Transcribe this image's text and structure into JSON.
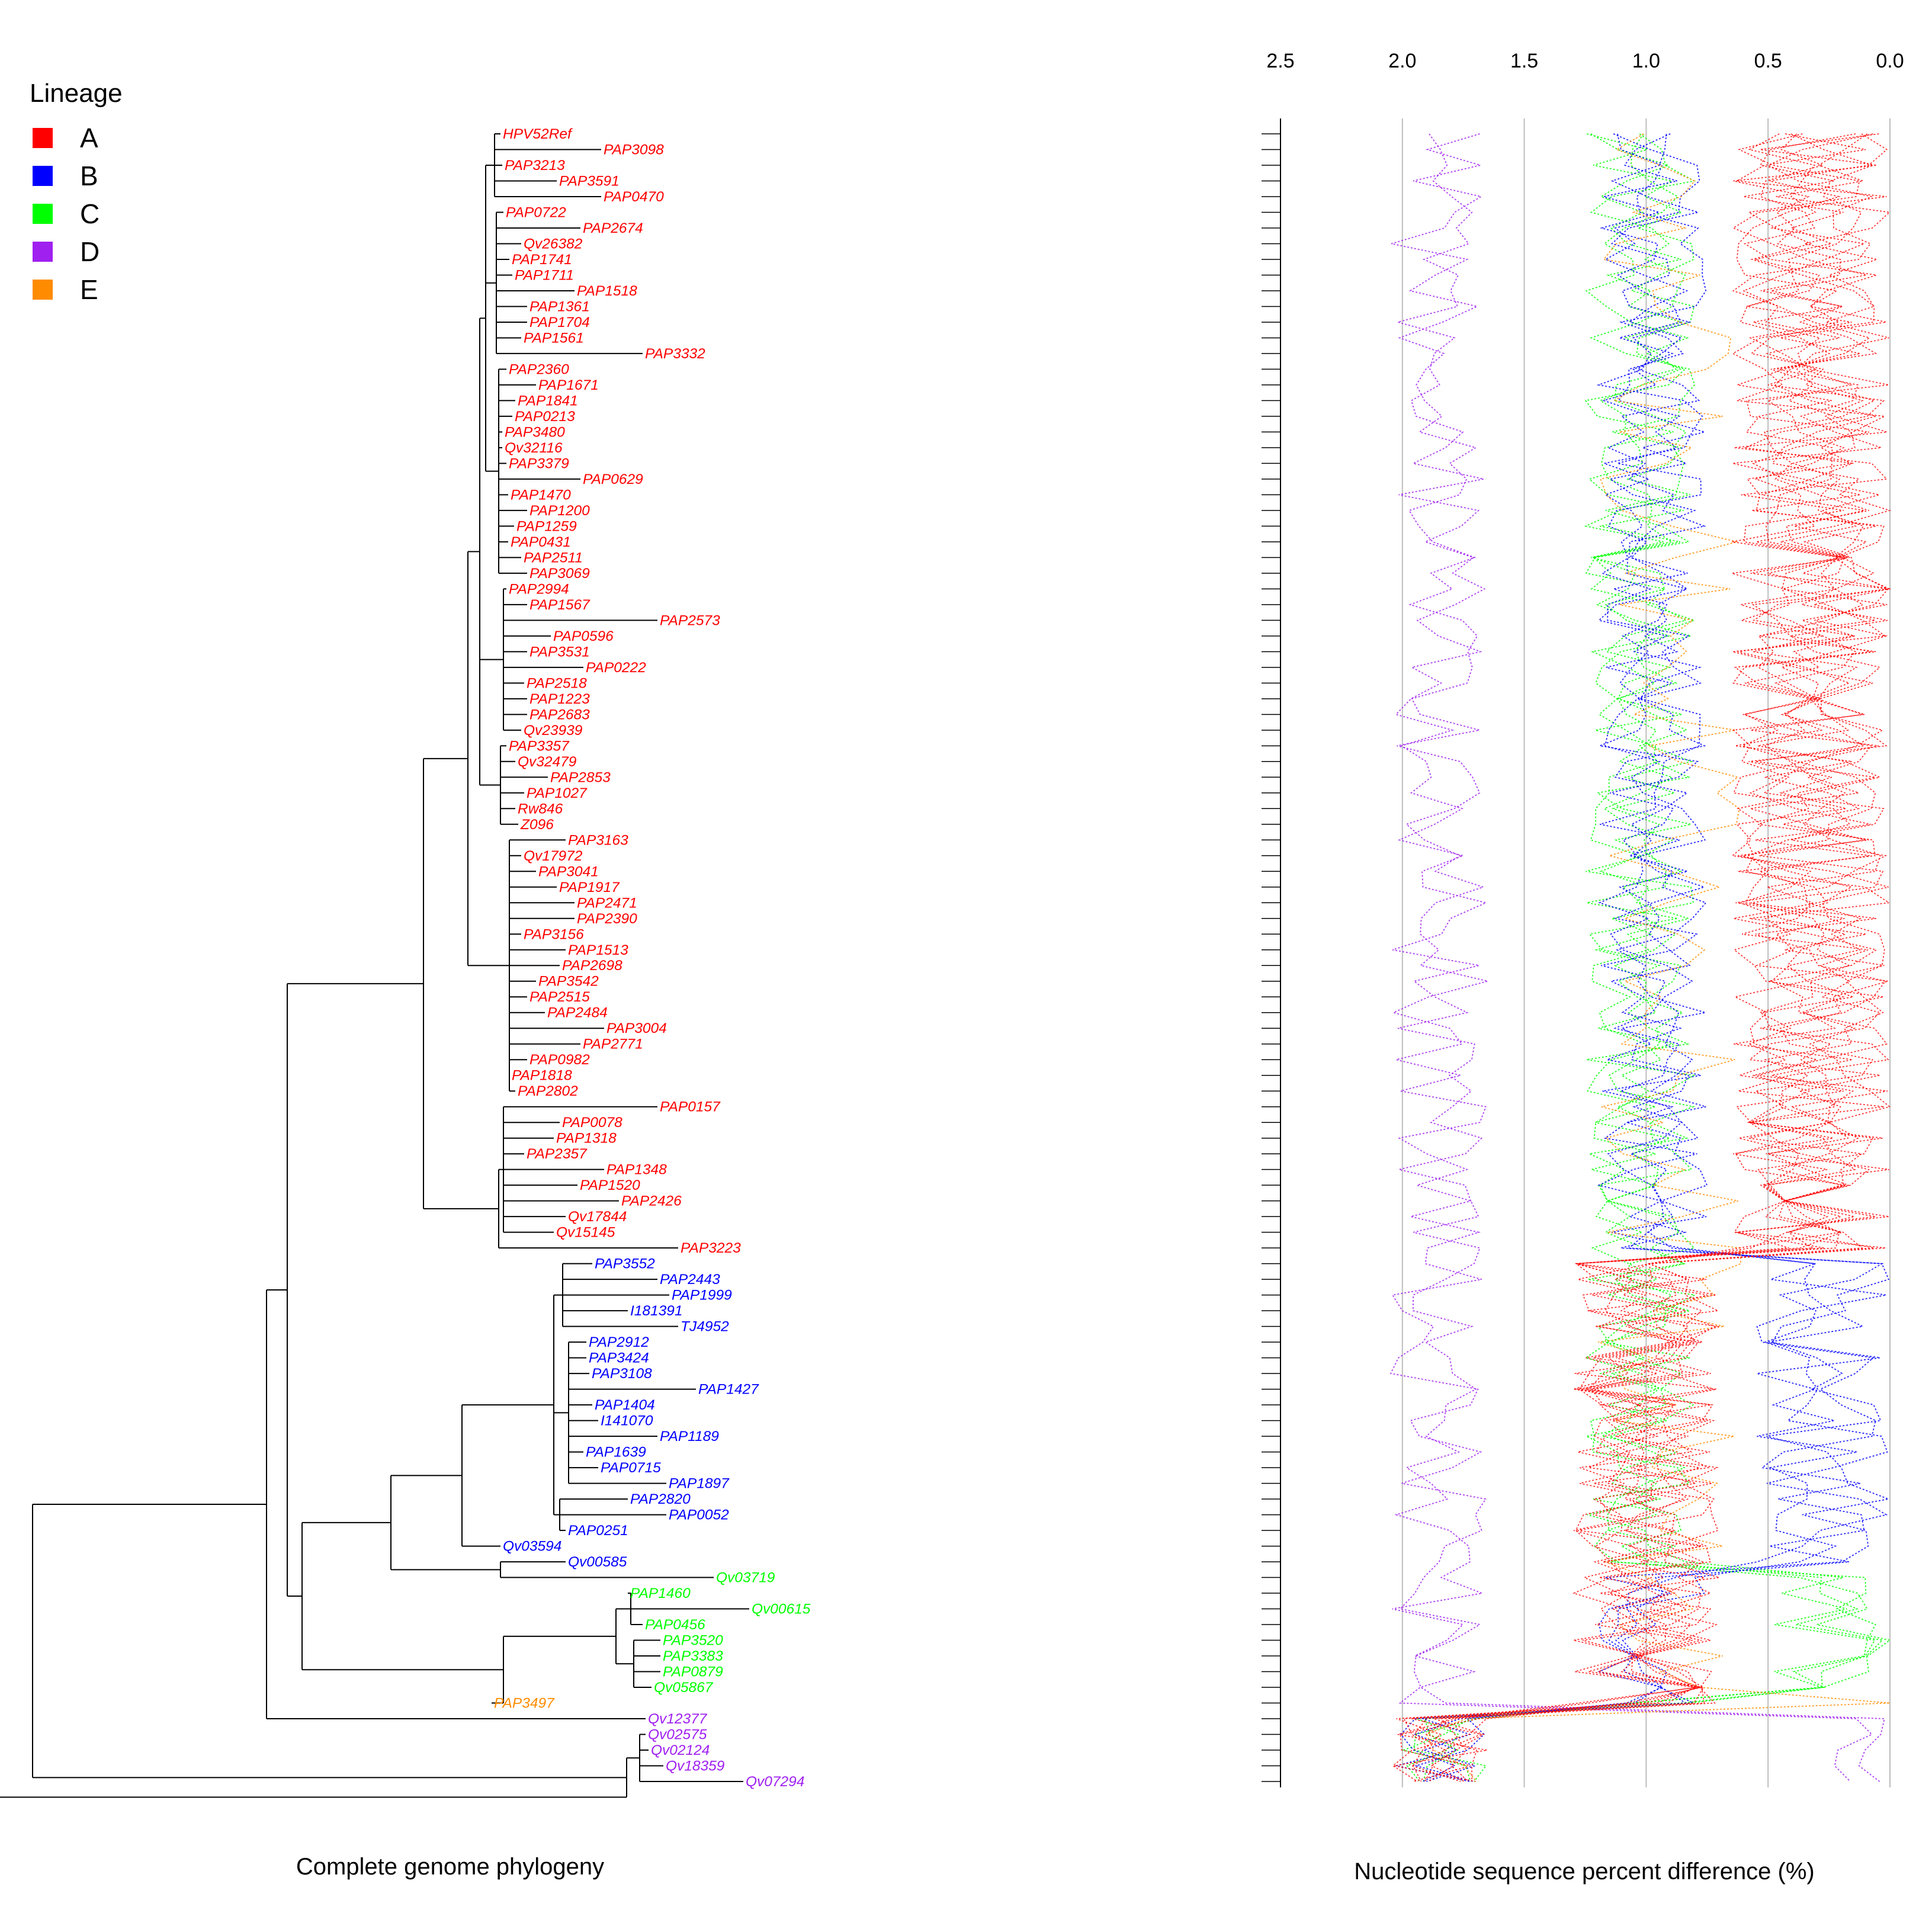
{
  "legend": {
    "title": "Lineage",
    "items": [
      {
        "label": "A",
        "color": "#ff0000"
      },
      {
        "label": "B",
        "color": "#0000ff"
      },
      {
        "label": "C",
        "color": "#00ff00"
      },
      {
        "label": "D",
        "color": "#a020f0"
      },
      {
        "label": "E",
        "color": "#ff8c00"
      }
    ]
  },
  "captions": {
    "left": "Complete genome phylogeny",
    "right": "Nucleotide sequence percent difference (%)"
  },
  "chart_data": [
    {
      "type": "tree",
      "title": "",
      "xlabel": "Complete genome phylogeny",
      "lineage_colors": {
        "A": "#ff0000",
        "B": "#0000ff",
        "C": "#00ff00",
        "D": "#a020f0",
        "E": "#ff8c00"
      },
      "tips": [
        {
          "label": "HPV52Ref",
          "lineage": "A"
        },
        {
          "label": "PAP3098",
          "lineage": "A"
        },
        {
          "label": "PAP3213",
          "lineage": "A"
        },
        {
          "label": "PAP3591",
          "lineage": "A"
        },
        {
          "label": "PAP0470",
          "lineage": "A"
        },
        {
          "label": "PAP0722",
          "lineage": "A"
        },
        {
          "label": "PAP2674",
          "lineage": "A"
        },
        {
          "label": "Qv26382",
          "lineage": "A"
        },
        {
          "label": "PAP1741",
          "lineage": "A"
        },
        {
          "label": "PAP1711",
          "lineage": "A"
        },
        {
          "label": "PAP1518",
          "lineage": "A"
        },
        {
          "label": "PAP1361",
          "lineage": "A"
        },
        {
          "label": "PAP1704",
          "lineage": "A"
        },
        {
          "label": "PAP1561",
          "lineage": "A"
        },
        {
          "label": "PAP3332",
          "lineage": "A"
        },
        {
          "label": "PAP2360",
          "lineage": "A"
        },
        {
          "label": "PAP1671",
          "lineage": "A"
        },
        {
          "label": "PAP1841",
          "lineage": "A"
        },
        {
          "label": "PAP0213",
          "lineage": "A"
        },
        {
          "label": "PAP3480",
          "lineage": "A"
        },
        {
          "label": "Qv32116",
          "lineage": "A"
        },
        {
          "label": "PAP3379",
          "lineage": "A"
        },
        {
          "label": "PAP0629",
          "lineage": "A"
        },
        {
          "label": "PAP1470",
          "lineage": "A"
        },
        {
          "label": "PAP1200",
          "lineage": "A"
        },
        {
          "label": "PAP1259",
          "lineage": "A"
        },
        {
          "label": "PAP0431",
          "lineage": "A"
        },
        {
          "label": "PAP2511",
          "lineage": "A"
        },
        {
          "label": "PAP3069",
          "lineage": "A"
        },
        {
          "label": "PAP2994",
          "lineage": "A"
        },
        {
          "label": "PAP1567",
          "lineage": "A"
        },
        {
          "label": "PAP2573",
          "lineage": "A"
        },
        {
          "label": "PAP0596",
          "lineage": "A"
        },
        {
          "label": "PAP3531",
          "lineage": "A"
        },
        {
          "label": "PAP0222",
          "lineage": "A"
        },
        {
          "label": "PAP2518",
          "lineage": "A"
        },
        {
          "label": "PAP1223",
          "lineage": "A"
        },
        {
          "label": "PAP2683",
          "lineage": "A"
        },
        {
          "label": "Qv23939",
          "lineage": "A"
        },
        {
          "label": "PAP3357",
          "lineage": "A"
        },
        {
          "label": "Qv32479",
          "lineage": "A"
        },
        {
          "label": "PAP2853",
          "lineage": "A"
        },
        {
          "label": "PAP1027",
          "lineage": "A"
        },
        {
          "label": "Rw846",
          "lineage": "A"
        },
        {
          "label": "Z096",
          "lineage": "A"
        },
        {
          "label": "PAP3163",
          "lineage": "A"
        },
        {
          "label": "Qv17972",
          "lineage": "A"
        },
        {
          "label": "PAP3041",
          "lineage": "A"
        },
        {
          "label": "PAP1917",
          "lineage": "A"
        },
        {
          "label": "PAP2471",
          "lineage": "A"
        },
        {
          "label": "PAP2390",
          "lineage": "A"
        },
        {
          "label": "PAP3156",
          "lineage": "A"
        },
        {
          "label": "PAP1513",
          "lineage": "A"
        },
        {
          "label": "PAP2698",
          "lineage": "A"
        },
        {
          "label": "PAP3542",
          "lineage": "A"
        },
        {
          "label": "PAP2515",
          "lineage": "A"
        },
        {
          "label": "PAP2484",
          "lineage": "A"
        },
        {
          "label": "PAP3004",
          "lineage": "A"
        },
        {
          "label": "PAP2771",
          "lineage": "A"
        },
        {
          "label": "PAP0982",
          "lineage": "A"
        },
        {
          "label": "PAP1818",
          "lineage": "A"
        },
        {
          "label": "PAP2802",
          "lineage": "A"
        },
        {
          "label": "PAP0157",
          "lineage": "A"
        },
        {
          "label": "PAP0078",
          "lineage": "A"
        },
        {
          "label": "PAP1318",
          "lineage": "A"
        },
        {
          "label": "PAP2357",
          "lineage": "A"
        },
        {
          "label": "PAP1348",
          "lineage": "A"
        },
        {
          "label": "PAP1520",
          "lineage": "A"
        },
        {
          "label": "PAP2426",
          "lineage": "A"
        },
        {
          "label": "Qv17844",
          "lineage": "A"
        },
        {
          "label": "Qv15145",
          "lineage": "A"
        },
        {
          "label": "PAP3223",
          "lineage": "A"
        },
        {
          "label": "PAP3552",
          "lineage": "B"
        },
        {
          "label": "PAP2443",
          "lineage": "B"
        },
        {
          "label": "PAP1999",
          "lineage": "B"
        },
        {
          "label": "I181391",
          "lineage": "B"
        },
        {
          "label": "TJ4952",
          "lineage": "B"
        },
        {
          "label": "PAP2912",
          "lineage": "B"
        },
        {
          "label": "PAP3424",
          "lineage": "B"
        },
        {
          "label": "PAP3108",
          "lineage": "B"
        },
        {
          "label": "PAP1427",
          "lineage": "B"
        },
        {
          "label": "PAP1404",
          "lineage": "B"
        },
        {
          "label": "I141070",
          "lineage": "B"
        },
        {
          "label": "PAP1189",
          "lineage": "B"
        },
        {
          "label": "PAP1639",
          "lineage": "B"
        },
        {
          "label": "PAP0715",
          "lineage": "B"
        },
        {
          "label": "PAP1897",
          "lineage": "B"
        },
        {
          "label": "PAP2820",
          "lineage": "B"
        },
        {
          "label": "PAP0052",
          "lineage": "B"
        },
        {
          "label": "PAP0251",
          "lineage": "B"
        },
        {
          "label": "Qv03594",
          "lineage": "B"
        },
        {
          "label": "Qv00585",
          "lineage": "B"
        },
        {
          "label": "Qv03719",
          "lineage": "C"
        },
        {
          "label": "PAP1460",
          "lineage": "C"
        },
        {
          "label": "Qv00615",
          "lineage": "C"
        },
        {
          "label": "PAP0456",
          "lineage": "C"
        },
        {
          "label": "PAP3520",
          "lineage": "C"
        },
        {
          "label": "PAP3383",
          "lineage": "C"
        },
        {
          "label": "PAP0879",
          "lineage": "C"
        },
        {
          "label": "Qv05867",
          "lineage": "C"
        },
        {
          "label": "PAP3497",
          "lineage": "E"
        },
        {
          "label": "Qv12377",
          "lineage": "D"
        },
        {
          "label": "Qv02575",
          "lineage": "D"
        },
        {
          "label": "Qv02124",
          "lineage": "D"
        },
        {
          "label": "Qv18359",
          "lineage": "D"
        },
        {
          "label": "Qv07294",
          "lineage": "D"
        }
      ]
    },
    {
      "type": "line",
      "title": "",
      "xlabel": "Nucleotide sequence percent difference (%)",
      "ylabel": "",
      "xlim": [
        2.5,
        0.0
      ],
      "x_ticks": [
        2.5,
        2.0,
        1.5,
        1.0,
        0.5,
        0.0
      ],
      "x_tick_labels": [
        "2.5",
        "2.0",
        "1.5",
        "1.0",
        "0.5",
        "0.0"
      ],
      "x_axis_position": "top",
      "grid": true,
      "series": [
        {
          "lineage": "A",
          "color": "#ff0000",
          "typical_range": [
            0.0,
            0.65
          ],
          "vs_other_lineages_range": [
            0.7,
            1.3
          ]
        },
        {
          "lineage": "B",
          "color": "#0000ff",
          "typical_range": [
            0.0,
            0.55
          ],
          "vs_other_lineages_range": [
            0.75,
            1.2
          ]
        },
        {
          "lineage": "C",
          "color": "#00ff00",
          "typical_range": [
            0.0,
            0.5
          ],
          "vs_other_lineages_range": [
            0.8,
            1.25
          ]
        },
        {
          "lineage": "D",
          "color": "#a020f0",
          "typical_range": [
            0.0,
            0.25
          ],
          "vs_other_lineages_range": [
            1.65,
            2.05
          ]
        },
        {
          "lineage": "E",
          "color": "#ff8c00",
          "typical_range": [
            0.0,
            0.0
          ],
          "vs_other_lineages_range": [
            0.6,
            1.2
          ]
        }
      ]
    }
  ]
}
